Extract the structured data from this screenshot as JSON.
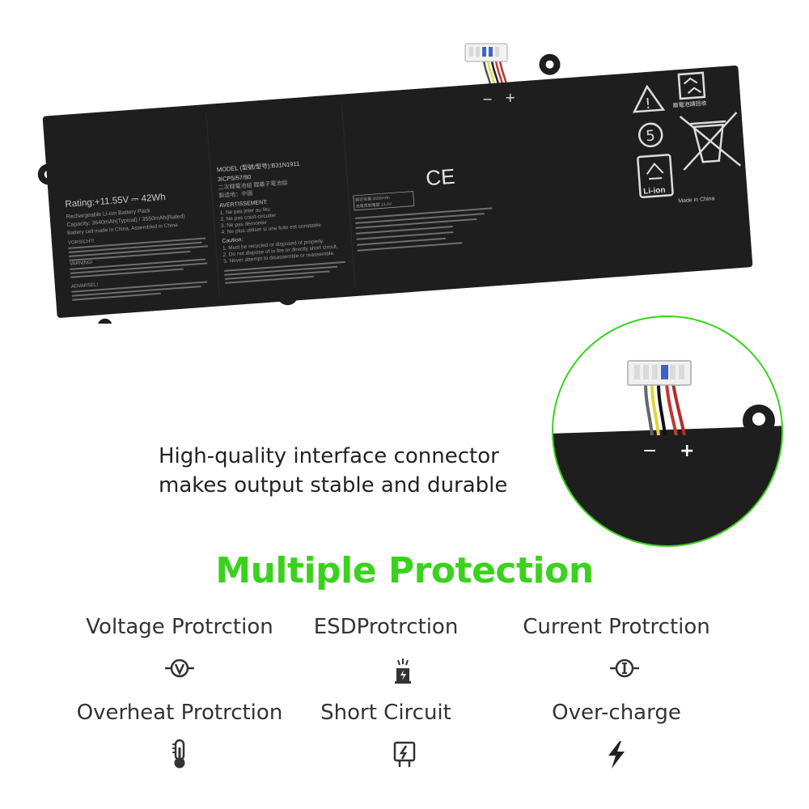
{
  "battery": {
    "connector_minus": "−",
    "connector_plus": "+",
    "rating": "Rating:+11.55V ⎓ 42Wh",
    "pack_type": "Rechargeable Li-ion Battery Pack",
    "capacity": "Capacity: 3640mAh(Typical) / 3550mAh(Rated)",
    "origin_line": "Battery cell made in China, Assembled in China",
    "model": "MODEL (型號/型号):B31N1911",
    "cell_code": "3ICP5/57/80",
    "cell_type": "二次鋰電池組   鋰離子電池組",
    "made_in_cn": "製造地：中國",
    "avertissement": "AVERTISSEMENT:",
    "fr_warnings": [
      "1. Ne pas jeter au feu",
      "2. Ne pas court-circuiter",
      "3. Ne pas démonter",
      "4. Ne plus utiliser si une fuite est constatée"
    ],
    "caution": "Caution:",
    "caution_lines": [
      "1. Must be recycled or disposed of properly.",
      "2. Do not dispose of in fire or directly short circuit.",
      "3. Never attempt to disassemble or reassemble."
    ],
    "vorsicht": "VORSICHT!",
    "advarsel": "ADVARSEL!",
    "ce_mark": "CE",
    "tw_capacity": "額定容量:3550mAh",
    "tw_voltage": "充電限制電壓:13.2V",
    "recycle_cn": "廢電池請回收",
    "code_5": "5",
    "li_ion": "Li-ion",
    "made_in_china": "Made in China"
  },
  "zoom": {
    "minus": "−",
    "plus": "+"
  },
  "caption": {
    "line1": "High-quality interface connector",
    "line2": "makes output stable and durable"
  },
  "heading": "Multiple Protection",
  "features": [
    {
      "label": "Voltage Protrction",
      "icon": "voltage-icon"
    },
    {
      "label": "ESDProtrction",
      "icon": "esd-icon"
    },
    {
      "label": "Current Protrction",
      "icon": "current-icon"
    },
    {
      "label": "Overheat Protrction",
      "icon": "thermometer-icon"
    },
    {
      "label": "Short Circuit",
      "icon": "short-circuit-icon"
    },
    {
      "label": "Over-charge",
      "icon": "lightning-icon"
    }
  ],
  "colors": {
    "accent_green": "#3ad21c",
    "battery_body": "#1e1e1e"
  }
}
